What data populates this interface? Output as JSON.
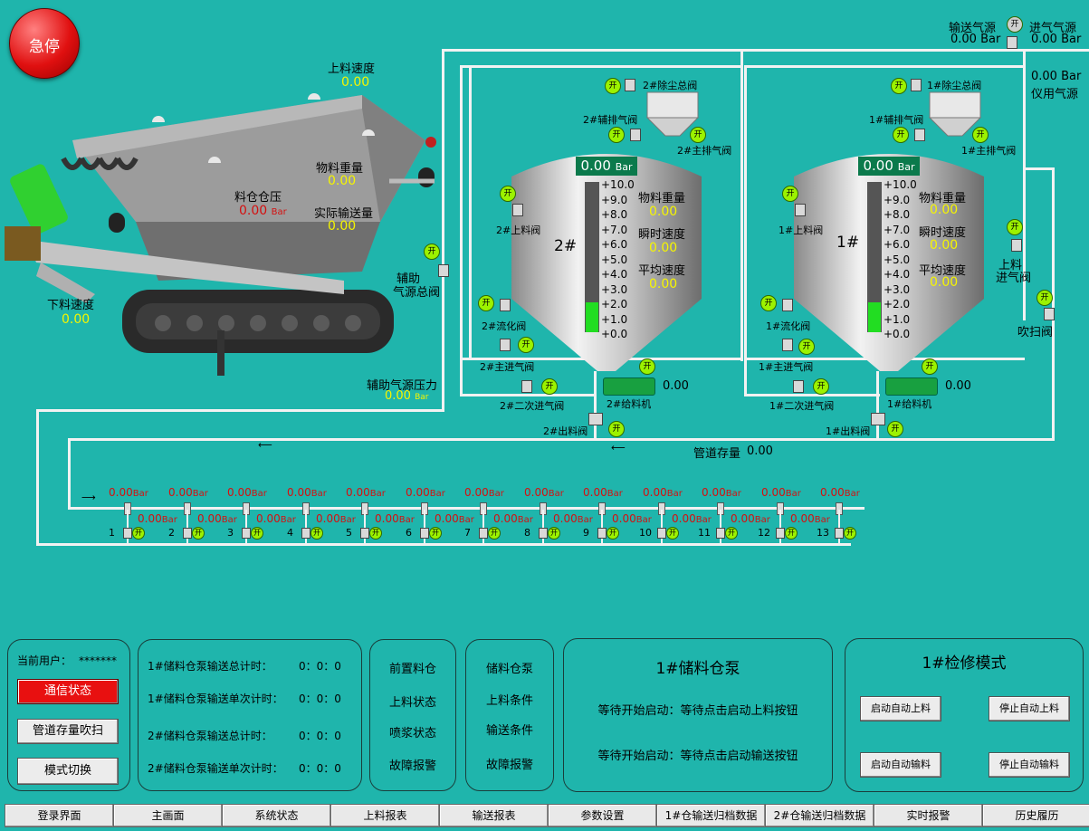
{
  "estop": {
    "label": "急停"
  },
  "feeder": {
    "feed_speed_label": "上料速度",
    "feed_speed": "0.00",
    "discharge_speed_label": "下料速度",
    "discharge_speed": "0.00",
    "bin_pressure_label": "料仓仓压",
    "bin_pressure": "0.00",
    "bin_pressure_unit": "Bar",
    "weight_label": "物料重量",
    "weight": "0.00",
    "actual_label": "实际输送量",
    "actual": "0.00"
  },
  "aux": {
    "valve_label_1": "辅助",
    "valve_label_2": "气源总阀",
    "pressure_label": "辅助气源压力",
    "pressure": "0.00",
    "pressure_unit": "Bar"
  },
  "air": {
    "convey_label": "输送气源",
    "convey_value": "0.00 Bar",
    "inlet_label": "进气气源",
    "inlet_value": "0.00 Bar",
    "instrument_value": "0.00 Bar",
    "instrument_label": "仪用气源",
    "feed_inlet_label_1": "上料",
    "feed_inlet_label_2": "进气阀",
    "purge_label": "吹扫阀"
  },
  "open_badge": "开",
  "tank2": {
    "name": "2#",
    "pressure": "0.00",
    "unit": "Bar",
    "weight_label": "物料重量",
    "weight": "0.00",
    "inst_label": "瞬时速度",
    "inst": "0.00",
    "avg_label": "平均速度",
    "avg": "0.00",
    "dust_valve": "2#除尘总阀",
    "aux_exhaust": "2#辅排气阀",
    "main_exhaust": "2#主排气阀",
    "feed_valve": "2#上料阀",
    "fluid_valve": "2#流化阀",
    "main_inlet": "2#主进气阀",
    "second_inlet": "2#二次进气阀",
    "feeder": "2#给料机",
    "outlet": "2#出料阀",
    "feeder_value": "0.00",
    "level": 0.2
  },
  "tank1": {
    "name": "1#",
    "pressure": "0.00",
    "unit": "Bar",
    "weight_label": "物料重量",
    "weight": "0.00",
    "inst_label": "瞬时速度",
    "inst": "0.00",
    "avg_label": "平均速度",
    "avg": "0.00",
    "dust_valve": "1#除尘总阀",
    "aux_exhaust": "1#辅排气阀",
    "main_exhaust": "1#主排气阀",
    "feed_valve": "1#上料阀",
    "fluid_valve": "1#流化阀",
    "main_inlet": "1#主进气阀",
    "second_inlet": "1#二次进气阀",
    "feeder": "1#给料机",
    "outlet": "1#出料阀",
    "feeder_value": "0.00",
    "level": 0.2
  },
  "scale": [
    "+10.0",
    "+9.0",
    "+8.0",
    "+7.0",
    "+6.0",
    "+5.0",
    "+4.0",
    "+3.0",
    "+2.0",
    "+1.0",
    "+0.0"
  ],
  "pipeline": {
    "storage_label": "管道存量",
    "storage_value": "0.00",
    "pressure_unit": "Bar",
    "top_pressures": [
      "0.00",
      "0.00",
      "0.00",
      "0.00",
      "0.00",
      "0.00",
      "0.00",
      "0.00",
      "0.00",
      "0.00",
      "0.00",
      "0.00",
      "0.00"
    ],
    "bottom_pressures": [
      "0.00",
      "0.00",
      "0.00",
      "0.00",
      "0.00",
      "0.00",
      "0.00",
      "0.00",
      "0.00",
      "0.00",
      "0.00",
      "0.00"
    ],
    "valve_numbers": [
      "1",
      "2",
      "3",
      "4",
      "5",
      "6",
      "7",
      "8",
      "9",
      "10",
      "11",
      "12",
      "13"
    ]
  },
  "panel_user": {
    "current_user_label": "当前用户：",
    "current_user": "*******",
    "comm_status": "通信状态",
    "pipe_purge": "管道存量吹扫",
    "mode_switch": "模式切换"
  },
  "panel_timers": {
    "rows": [
      {
        "label": "1#储料仓泵输送总计时：",
        "value": "0：0：0"
      },
      {
        "label": "1#储料仓泵输送单次计时：",
        "value": "0：0：0"
      },
      {
        "label": "2#储料仓泵输送总计时：",
        "value": "0：0：0"
      },
      {
        "label": "2#储料仓泵输送单次计时：",
        "value": "0：0：0"
      }
    ]
  },
  "panel_pre": {
    "items": [
      "前置料仓",
      "上料状态",
      "喷浆状态",
      "故障报警"
    ]
  },
  "panel_store": {
    "items": [
      "储料仓泵",
      "上料条件",
      "输送条件",
      "故障报警"
    ]
  },
  "panel_pump": {
    "title": "1#储料仓泵",
    "status1": "等待开始启动：等待点击启动上料按钮",
    "status2": "等待开始启动：等待点击启动输送按钮"
  },
  "panel_maint": {
    "title": "1#检修模式",
    "start_feed": "启动自动上料",
    "stop_feed": "停止自动上料",
    "start_convey": "启动自动输料",
    "stop_convey": "停止自动输料"
  },
  "nav": [
    "登录界面",
    "主画面",
    "系统状态",
    "上料报表",
    "输送报表",
    "参数设置",
    "1#仓输送归档数据",
    "2#仓输送归档数据",
    "实时报警",
    "历史履历"
  ],
  "colors": {
    "background": "#1fb5ac",
    "value": "#f5f500",
    "alarm": "#d41010",
    "badge": "#9cf200",
    "level": "#22dd22"
  }
}
